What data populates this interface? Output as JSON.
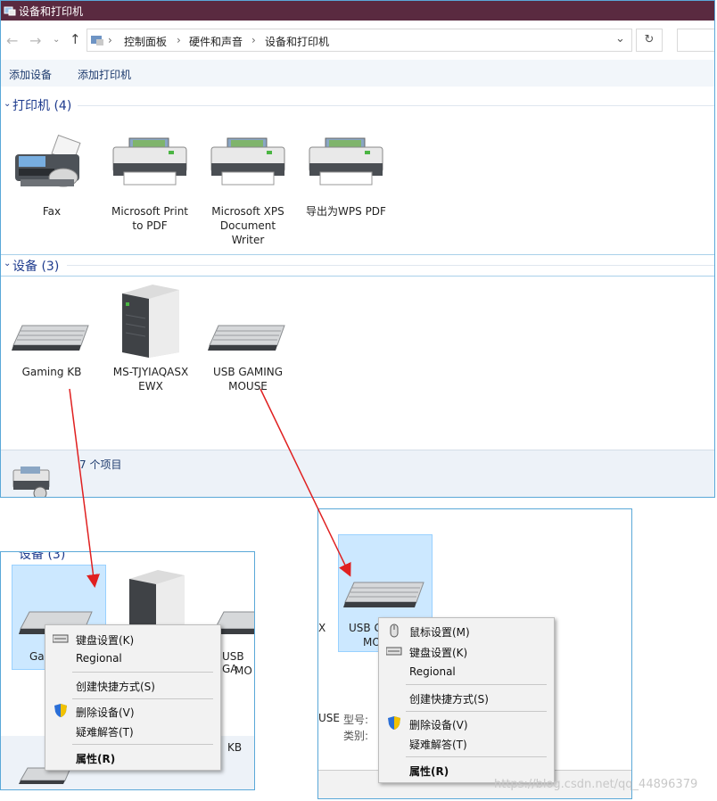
{
  "window": {
    "title": "设备和打印机",
    "breadcrumb": [
      "控制面板",
      "硬件和声音",
      "设备和打印机"
    ],
    "sep": "›",
    "toolbar": {
      "add_device": "添加设备",
      "add_printer": "添加打印机"
    },
    "printers_group": "打印机 (4)",
    "devices_group": "设备 (3)",
    "printers": [
      {
        "line1": "Fax",
        "line2": "",
        "line3": ""
      },
      {
        "line1": "Microsoft Print",
        "line2": "to PDF",
        "line3": ""
      },
      {
        "line1": "Microsoft XPS",
        "line2": "Document",
        "line3": "Writer"
      },
      {
        "line1": "导出为WPS PDF",
        "line2": "",
        "line3": ""
      }
    ],
    "devices": [
      {
        "line1": "Gaming KB",
        "line2": ""
      },
      {
        "line1": "MS-TJYIAQASX",
        "line2": "EWX"
      },
      {
        "line1": "USB GAMING",
        "line2": "MOUSE"
      }
    ],
    "status_count": "7 个项目"
  },
  "left_popup": {
    "group_hdr": "设备 (3)",
    "selected_label": "Ga",
    "right_label1": "USB GA",
    "right_label2": "MO",
    "status_suffix": "KB",
    "menu": {
      "keyboard_settings": "键盘设置(K)",
      "regional": "Regional",
      "create_shortcut": "创建快捷方式(S)",
      "remove_device": "删除设备(V)",
      "troubleshoot": "疑难解答(T)",
      "properties": "属性(R)"
    }
  },
  "right_popup": {
    "left_char": "X",
    "selected_label1": "USB G",
    "selected_label2": "MO",
    "model_prefix": "USE",
    "model_label": "型号:",
    "category_label": "类别:",
    "menu": {
      "mouse_settings": "鼠标设置(M)",
      "keyboard_settings": "键盘设置(K)",
      "regional": "Regional",
      "create_shortcut": "创建快捷方式(S)",
      "remove_device": "删除设备(V)",
      "troubleshoot": "疑难解答(T)",
      "properties": "属性(R)"
    }
  },
  "watermark": "https://blog.csdn.net/qq_44896379",
  "colors": {
    "title_bar": "#5a2a40",
    "group_header": "#1e3b8e",
    "selection": "#cce8ff",
    "arrow": "#e02020"
  }
}
